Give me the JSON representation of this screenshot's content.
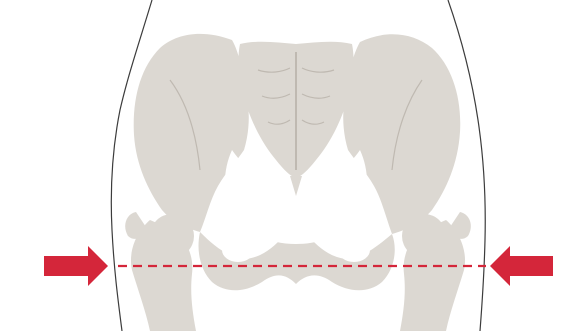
{
  "figure": {
    "subject": "hip-width-measurement-illustration",
    "colors": {
      "background": "#ffffff",
      "bone": "#dcd8d2",
      "bone_detail": "#bfb9b1",
      "body_outline": "#3c3c3c",
      "accent_red": "#d4263a"
    },
    "parts": {
      "body_outline": "body-outline",
      "pelvis": "pelvis",
      "sacrum": "sacrum",
      "femur_left": "femur-left",
      "femur_right": "femur-right",
      "measure_line": "measurement-line",
      "arrow_left": "arrow-right-icon",
      "arrow_right": "arrow-left-icon"
    }
  }
}
